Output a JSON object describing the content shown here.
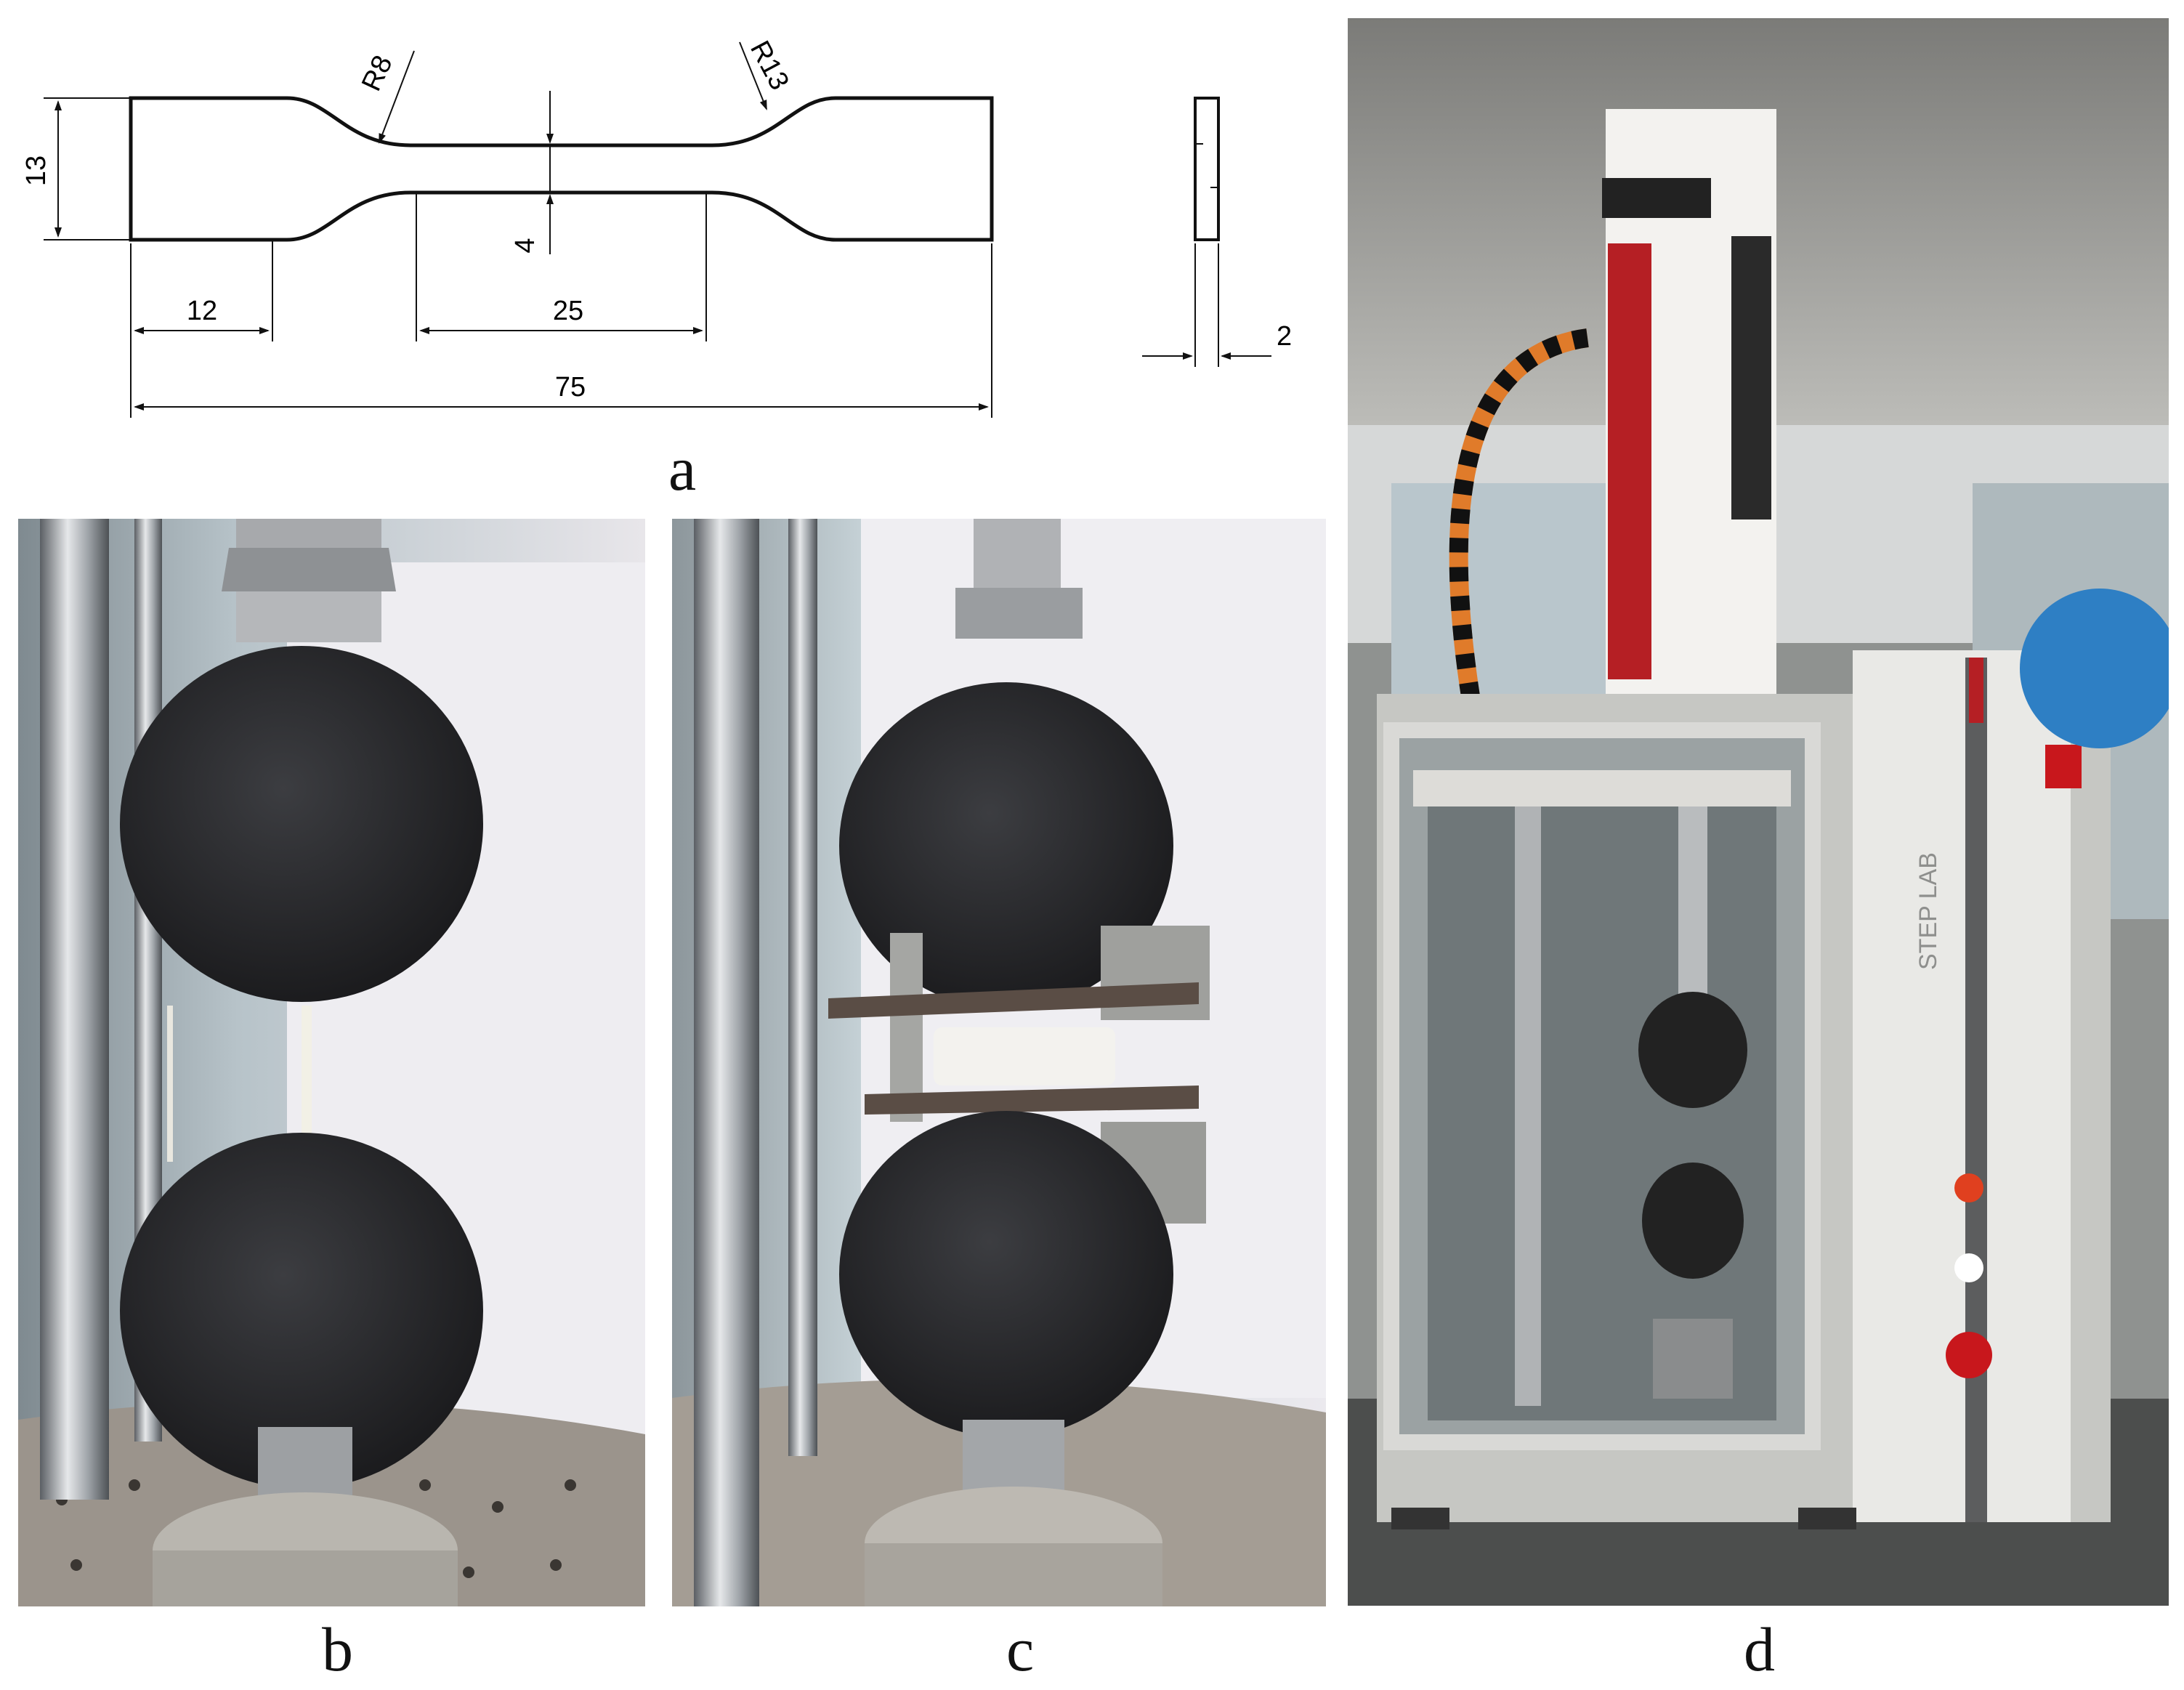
{
  "panel_a": {
    "letter": "a",
    "dims": {
      "height": "13",
      "grip": "12",
      "gauge": "25",
      "width": "4",
      "total": "75",
      "thickness": "2",
      "r_small": "R8",
      "r_large": "R13"
    }
  },
  "panel_b": {
    "letter": "b"
  },
  "panel_c": {
    "letter": "c"
  },
  "panel_d": {
    "letter": "d",
    "brand": "STEP LAB"
  },
  "colors": {
    "metal_dark": "#2b2b2d",
    "cable_orange": "#e07b2a",
    "frame_gray": "#c9c9c6",
    "machine_red": "#b51f24",
    "blue_reel": "#2e7fc4"
  }
}
